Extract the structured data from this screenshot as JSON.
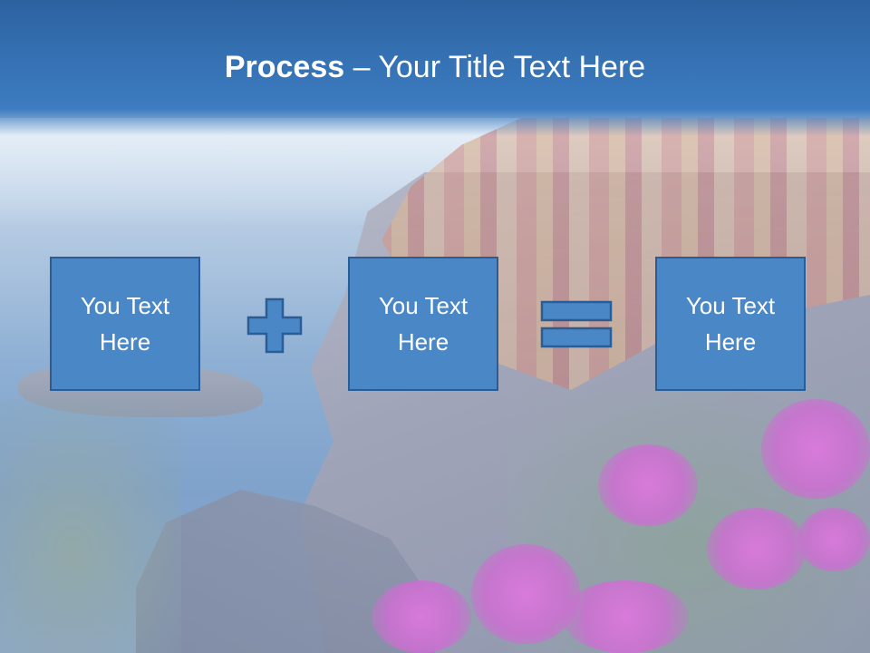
{
  "slide": {
    "title_bold": "Process",
    "title_rest": " – Your Title Text Here",
    "boxes": [
      {
        "line1": "You Text",
        "line2": "Here"
      },
      {
        "line1": "You Text",
        "line2": "Here"
      },
      {
        "line1": "You Text",
        "line2": "Here"
      }
    ],
    "operators": [
      "plus-icon",
      "equals-icon"
    ]
  },
  "colors": {
    "title_bar": "#3470b2",
    "box_fill": "#4a87c6",
    "box_border": "#2a5d96",
    "title_text": "#ffffff"
  }
}
